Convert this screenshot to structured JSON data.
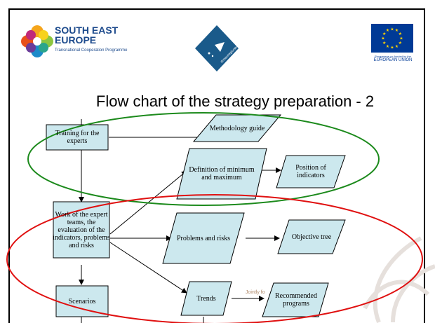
{
  "header": {
    "see_logo": {
      "title_line1": "SOUTH EAST",
      "title_line2": "EUROPE",
      "subtitle": "Transnational Cooperation Programme"
    },
    "center_logo": {
      "text": "donauregionen+"
    },
    "eu_logo": {
      "line1": "Programme co-funded by the",
      "line2": "EUROPEAN UNION"
    }
  },
  "title": "Flow chart of the strategy preparation - 2",
  "nodes": {
    "training": "Training for the experts",
    "methodology": "Methodology guide",
    "definition": "Definition of minimum and maximum",
    "position": "Position of indicators",
    "work": "Work of the expert teams, the evaluation of the indicators, problems and risks",
    "problems": "Problems and risks",
    "objective": "Objective tree",
    "scenarios": "Scenarios",
    "trends": "Trends",
    "recommended": "Recommended programs"
  },
  "notes": {
    "jointly": "Jointly fo"
  },
  "colors": {
    "node_fill": "#cce8ee",
    "green_ellipse": "#1c8a1c",
    "red_ellipse": "#e01010",
    "brand_blue": "#1c4a8c",
    "eu_blue": "#003a96",
    "eu_gold": "#ffd500"
  }
}
